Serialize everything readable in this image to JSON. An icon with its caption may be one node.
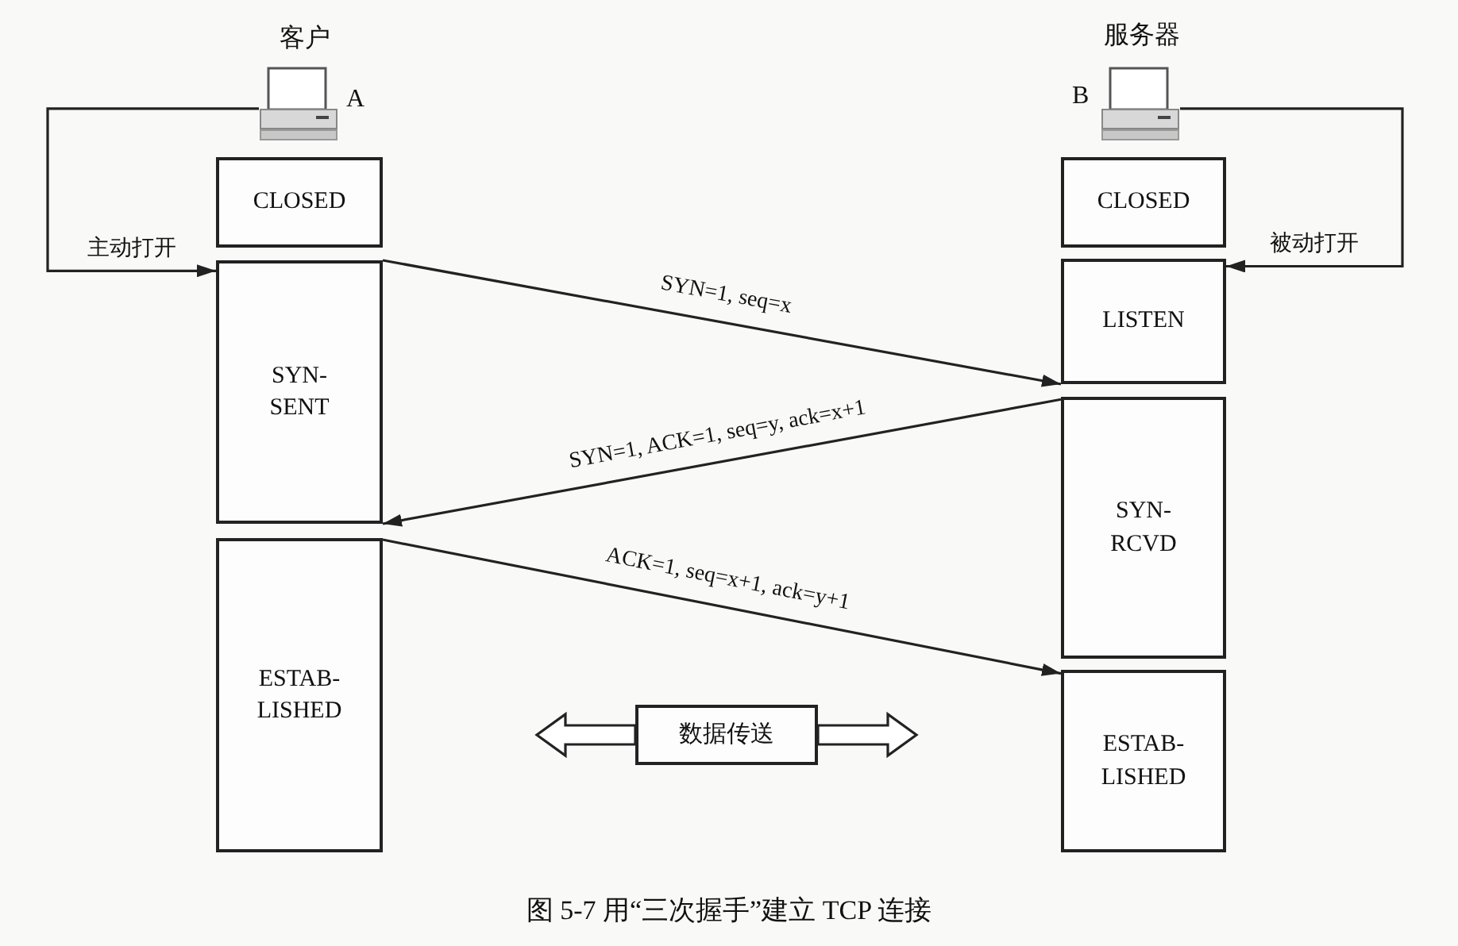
{
  "diagram": {
    "nodes": [
      {
        "text": [],
        "shape": "picture",
        "beside": [
          "客户",
          "A"
        ]
      },
      {
        "text": [
          "CLOSED"
        ]
      },
      {
        "text": [
          "SYN-SENT"
        ]
      },
      {
        "text": [
          "ESTAB-LISHED"
        ]
      },
      {
        "text": [],
        "shape": "picture",
        "beside": [
          "服务器",
          "B"
        ]
      },
      {
        "text": [
          "CLOSED"
        ]
      },
      {
        "text": [
          "LISTEN"
        ]
      },
      {
        "text": [
          "SYN-RCVD"
        ]
      },
      {
        "text": [
          "ESTAB-LISHED"
        ]
      },
      {
        "text": [
          "数据传送"
        ]
      }
    ],
    "edges": [
      {
        "from": 0,
        "to": 2,
        "arrow": "to",
        "label": "主动打开"
      },
      {
        "from": 4,
        "to": 6,
        "arrow": "to",
        "label": "被动打开"
      },
      {
        "from": 2,
        "to": 6,
        "arrow": "to",
        "label": "SYN=1, seq=x"
      },
      {
        "from": 7,
        "to": 2,
        "arrow": "to",
        "label": "SYN=1, ACK=1, seq=y, ack=x+1"
      },
      {
        "from": 3,
        "to": 8,
        "arrow": "to",
        "label": "ACK=1, seq=x+1, ack=y+1"
      },
      {
        "from": 9,
        "to": null,
        "arrow": "to",
        "style": "thick"
      },
      {
        "from": 9,
        "to": null,
        "arrow": "to",
        "style": "thick"
      }
    ],
    "caption": "图 5-7 用“三次握手”建立 TCP 连接"
  }
}
